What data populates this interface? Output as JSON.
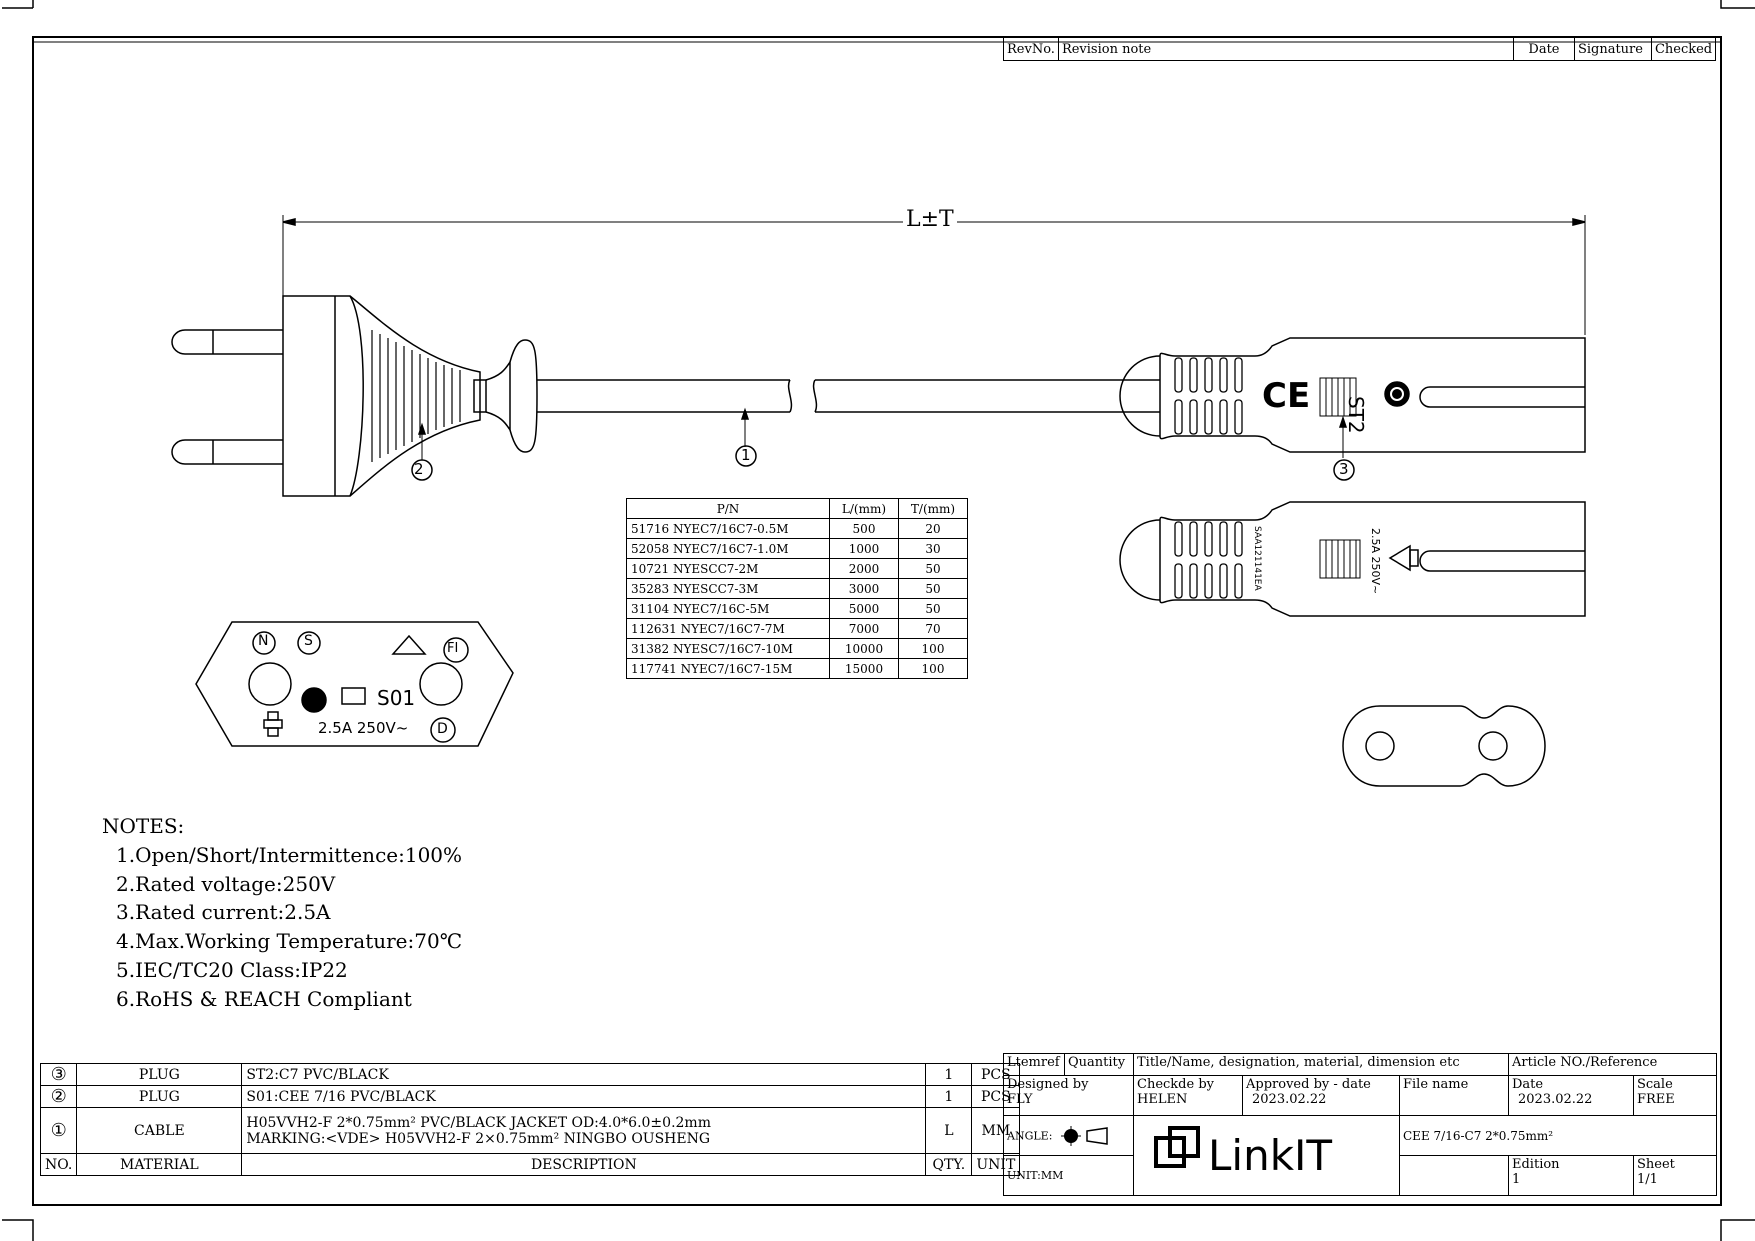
{
  "revision_table": {
    "headers": [
      "RevNo.",
      "Revision note",
      "Date",
      "Signature",
      "Checked"
    ]
  },
  "dimension_label": "L±T",
  "balloons": [
    "①",
    "②",
    "③"
  ],
  "pn_table": {
    "headers": [
      "P/N",
      "L/(mm)",
      "T/(mm)"
    ],
    "rows": [
      [
        "51716 NYEC7/16C7-0.5M",
        "500",
        "20"
      ],
      [
        "52058 NYEC7/16C7-1.0M",
        "1000",
        "30"
      ],
      [
        "10721 NYESCC7-2M",
        "2000",
        "50"
      ],
      [
        "35283 NYESCC7-3M",
        "3000",
        "50"
      ],
      [
        "31104 NYEC7/16C-5M",
        "5000",
        "50"
      ],
      [
        "112631 NYEC7/16C7-7M",
        "7000",
        "70"
      ],
      [
        "31382 NYESC7/16C7-10M",
        "10000",
        "100"
      ],
      [
        "117741 NYEC7/16C7-15M",
        "15000",
        "100"
      ]
    ]
  },
  "plug_face": {
    "code": "S01",
    "rating": "2.5A 250V~",
    "marks": [
      "N",
      "S",
      "FI",
      "D"
    ]
  },
  "connector": {
    "code": "ST2",
    "side_text_1": "SAA121141EA",
    "side_text_2": "2.5A 250V~"
  },
  "notes": {
    "title": "NOTES:",
    "items": [
      "1.Open/Short/Intermittence:100%",
      "2.Rated voltage:250V",
      "3.Rated current:2.5A",
      "4.Max.Working Temperature:70℃",
      "5.IEC/TC20 Class:IP22",
      "6.RoHS & REACH Compliant"
    ]
  },
  "bom": {
    "rows": [
      {
        "no": "③",
        "material": "PLUG",
        "description": "ST2:C7 PVC/BLACK",
        "qty": "1",
        "unit": "PCS"
      },
      {
        "no": "②",
        "material": "PLUG",
        "description": "S01:CEE 7/16 PVC/BLACK",
        "qty": "1",
        "unit": "PCS"
      },
      {
        "no": "①",
        "material": "CABLE",
        "description_1": "H05VVH2-F 2*0.75mm² PVC/BLACK JACKET OD:4.0*6.0±0.2mm",
        "description_2": "MARKING:<VDE> H05VVH2-F 2×0.75mm² NINGBO OUSHENG",
        "qty": "L",
        "unit": "MM"
      }
    ],
    "header": {
      "no": "NO.",
      "material": "MATERIAL",
      "description": "DESCRIPTION",
      "qty": "QTY.",
      "unit": "UNIT"
    }
  },
  "title_block": {
    "h_ltemref": "Ltemref",
    "h_quantity": "Quantity",
    "h_title": "Title/Name, designation, material, dimension etc",
    "h_article": "Article NO./Reference",
    "designed_label": "Designed by",
    "designed_value": "FLY",
    "checked_label": "Checkde by",
    "checked_value": "HELEN",
    "approved_label": "Approved by - date",
    "approved_value": "2023.02.22",
    "file_label": "File name",
    "date_label": "Date",
    "date_value": "2023.02.22",
    "scale_label": "Scale",
    "scale_value": "FREE",
    "angle_label": "ANGLE:",
    "file_value": "CEE 7/16-C7 2*0.75mm²",
    "unit_label": "UNIT:MM",
    "logo_text": "LinkIT",
    "edition_label": "Edition",
    "edition_value": "1",
    "sheet_label": "Sheet",
    "sheet_value": "1/1"
  }
}
